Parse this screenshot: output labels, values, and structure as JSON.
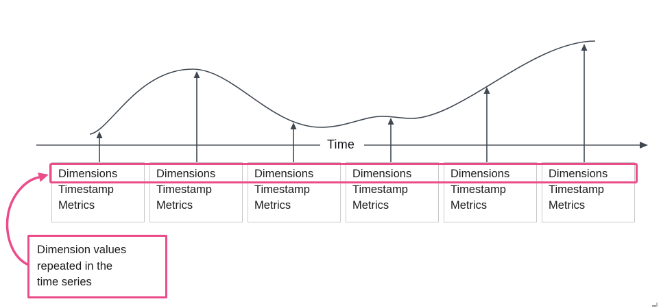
{
  "diagram": {
    "axis_label": "Time",
    "record_fields": [
      "Dimensions",
      "Timestamp",
      "Metrics"
    ],
    "record_count": 6,
    "callout": {
      "lines": [
        "Dimension values",
        "repeated in the",
        "time series"
      ]
    },
    "colors": {
      "accent_pink": "#EA4C89",
      "line_dark": "#3F4751",
      "axis_gray": "#7A7E85",
      "box_border": "#C9C9C9",
      "text": "#1A1A1A"
    }
  }
}
